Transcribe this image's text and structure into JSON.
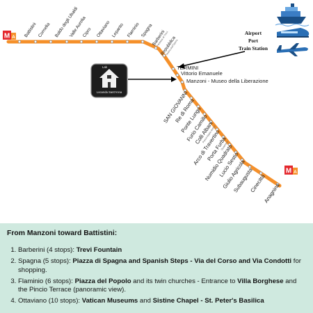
{
  "metro": {
    "line_color": "#f5902a",
    "logo_m": "M",
    "logo_a": "A",
    "stations_top": [
      "Battistini",
      "Cornelia",
      "Baldo degli Ubaldi",
      "Valle Aurelia",
      "Cipro",
      "Ottaviano",
      "Lepanto",
      "Flaminio",
      "Spagna"
    ],
    "stations_diag": [
      "Barberini",
      "Repubblica"
    ],
    "barberini_sub": "Fontana di Trevi",
    "repubblica_sub": "Teatro dell'Opera",
    "termini": "TERMINI",
    "vittorio": "Vittorio Emanuele",
    "manzoni": "Manzoni - Museo della Liberazione",
    "stations_lower": [
      "SAN GIOVANNI",
      "Re di Roma",
      "Ponte Lungo",
      "Furio Camillo",
      "Colli Albani",
      "Arco di Travertino",
      "Porta Furba",
      "Numidio Quadrato",
      "Lucio Sestio",
      "Giulio Agricola",
      "Subaugusta",
      "Cinecittà",
      "Anagnina"
    ],
    "colli_sub": "Parco Appia Antica",
    "porta_sub": "Quadraro"
  },
  "destinations": {
    "airport": "Airport",
    "port": "Port",
    "train": "Train Station"
  },
  "hotel": {
    "name": "Locanda Sant'Anna",
    "tag": "Lab"
  },
  "info": {
    "title": "From Manzoni toward Battistini:",
    "items": [
      {
        "plain": "Barberini (4 stops): ",
        "bold": "Trevi Fountain",
        "rest": ""
      },
      {
        "plain": "Spagna (5 stops): ",
        "bold": "Piazza di Spagna and Spanish Steps - Via del Corso and Via Condotti",
        "rest": " for shopping."
      },
      {
        "plain": "Flaminio (6 stops): ",
        "bold": "Piazza del Popolo",
        "rest": " and its twin churches - Entrance to ",
        "bold2": "Villa Borghese",
        "rest2": " and the Pincio Terrace (panoramic view)."
      },
      {
        "plain": "Ottaviano (10 stops): ",
        "bold": "Vatican Museums",
        "rest": " and ",
        "bold2": "Sistine Chapel - St. Peter's Basilica",
        "rest2": ""
      }
    ]
  }
}
